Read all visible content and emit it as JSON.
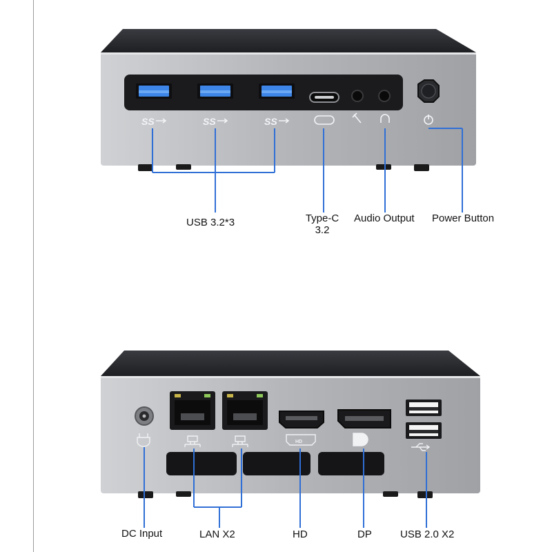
{
  "front_view": {
    "callouts": {
      "usb": "USB 3.2*3",
      "type_c_line1": "Type-C",
      "type_c_line2": "3.2",
      "audio": "Audio Output",
      "power": "Power Button"
    },
    "port_markings": {
      "superspeed": "SS",
      "hd_badge": "HD"
    }
  },
  "rear_view": {
    "callouts": {
      "dc": "DC Input",
      "lan": "LAN X2",
      "hd": "HD",
      "dp": "DP",
      "usb2": "USB 2.0 X2"
    }
  },
  "colors": {
    "callout_line": "#2f6fd6",
    "case_top": "#2b2c30",
    "case_face": "#b9bbbf",
    "port_panel": "#1c1c1e",
    "usb3_blue": "#3a7fe0"
  }
}
